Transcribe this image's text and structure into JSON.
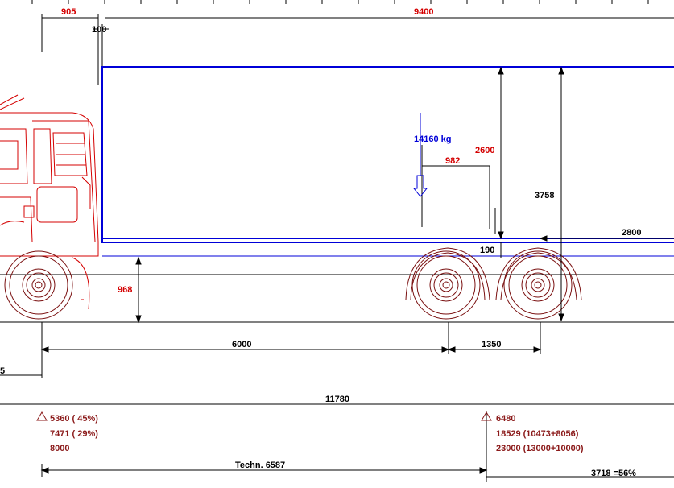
{
  "dimensions": {
    "cab_overhang": "905",
    "body_length": "9400",
    "gap": "100",
    "cog_height": "2600",
    "cog_offset": "982",
    "body_height": "3758",
    "frame_height": "190",
    "rear_overhang": "2800",
    "frame_ground": "968",
    "wheelbase": "6000",
    "axle_spacing": "1350",
    "left_cut": "5",
    "overall_length": "11780"
  },
  "payload": {
    "mass": "14160 kg"
  },
  "front_axle": {
    "load_1": "5360 ( 45%)",
    "load_2": "7471 ( 29%)",
    "load_3": "8000"
  },
  "rear_axle": {
    "load_1": "6480",
    "load_2": "18529 (10473+8056)",
    "load_3": "23000 (13000+10000)"
  },
  "bottom": {
    "techn": "Techn. 6587",
    "ratio": "3718 =56%"
  },
  "colors": {
    "dimension": "#000000",
    "cab": "#d40000",
    "body": "#0000d8",
    "loads": "#8b1a1a"
  }
}
